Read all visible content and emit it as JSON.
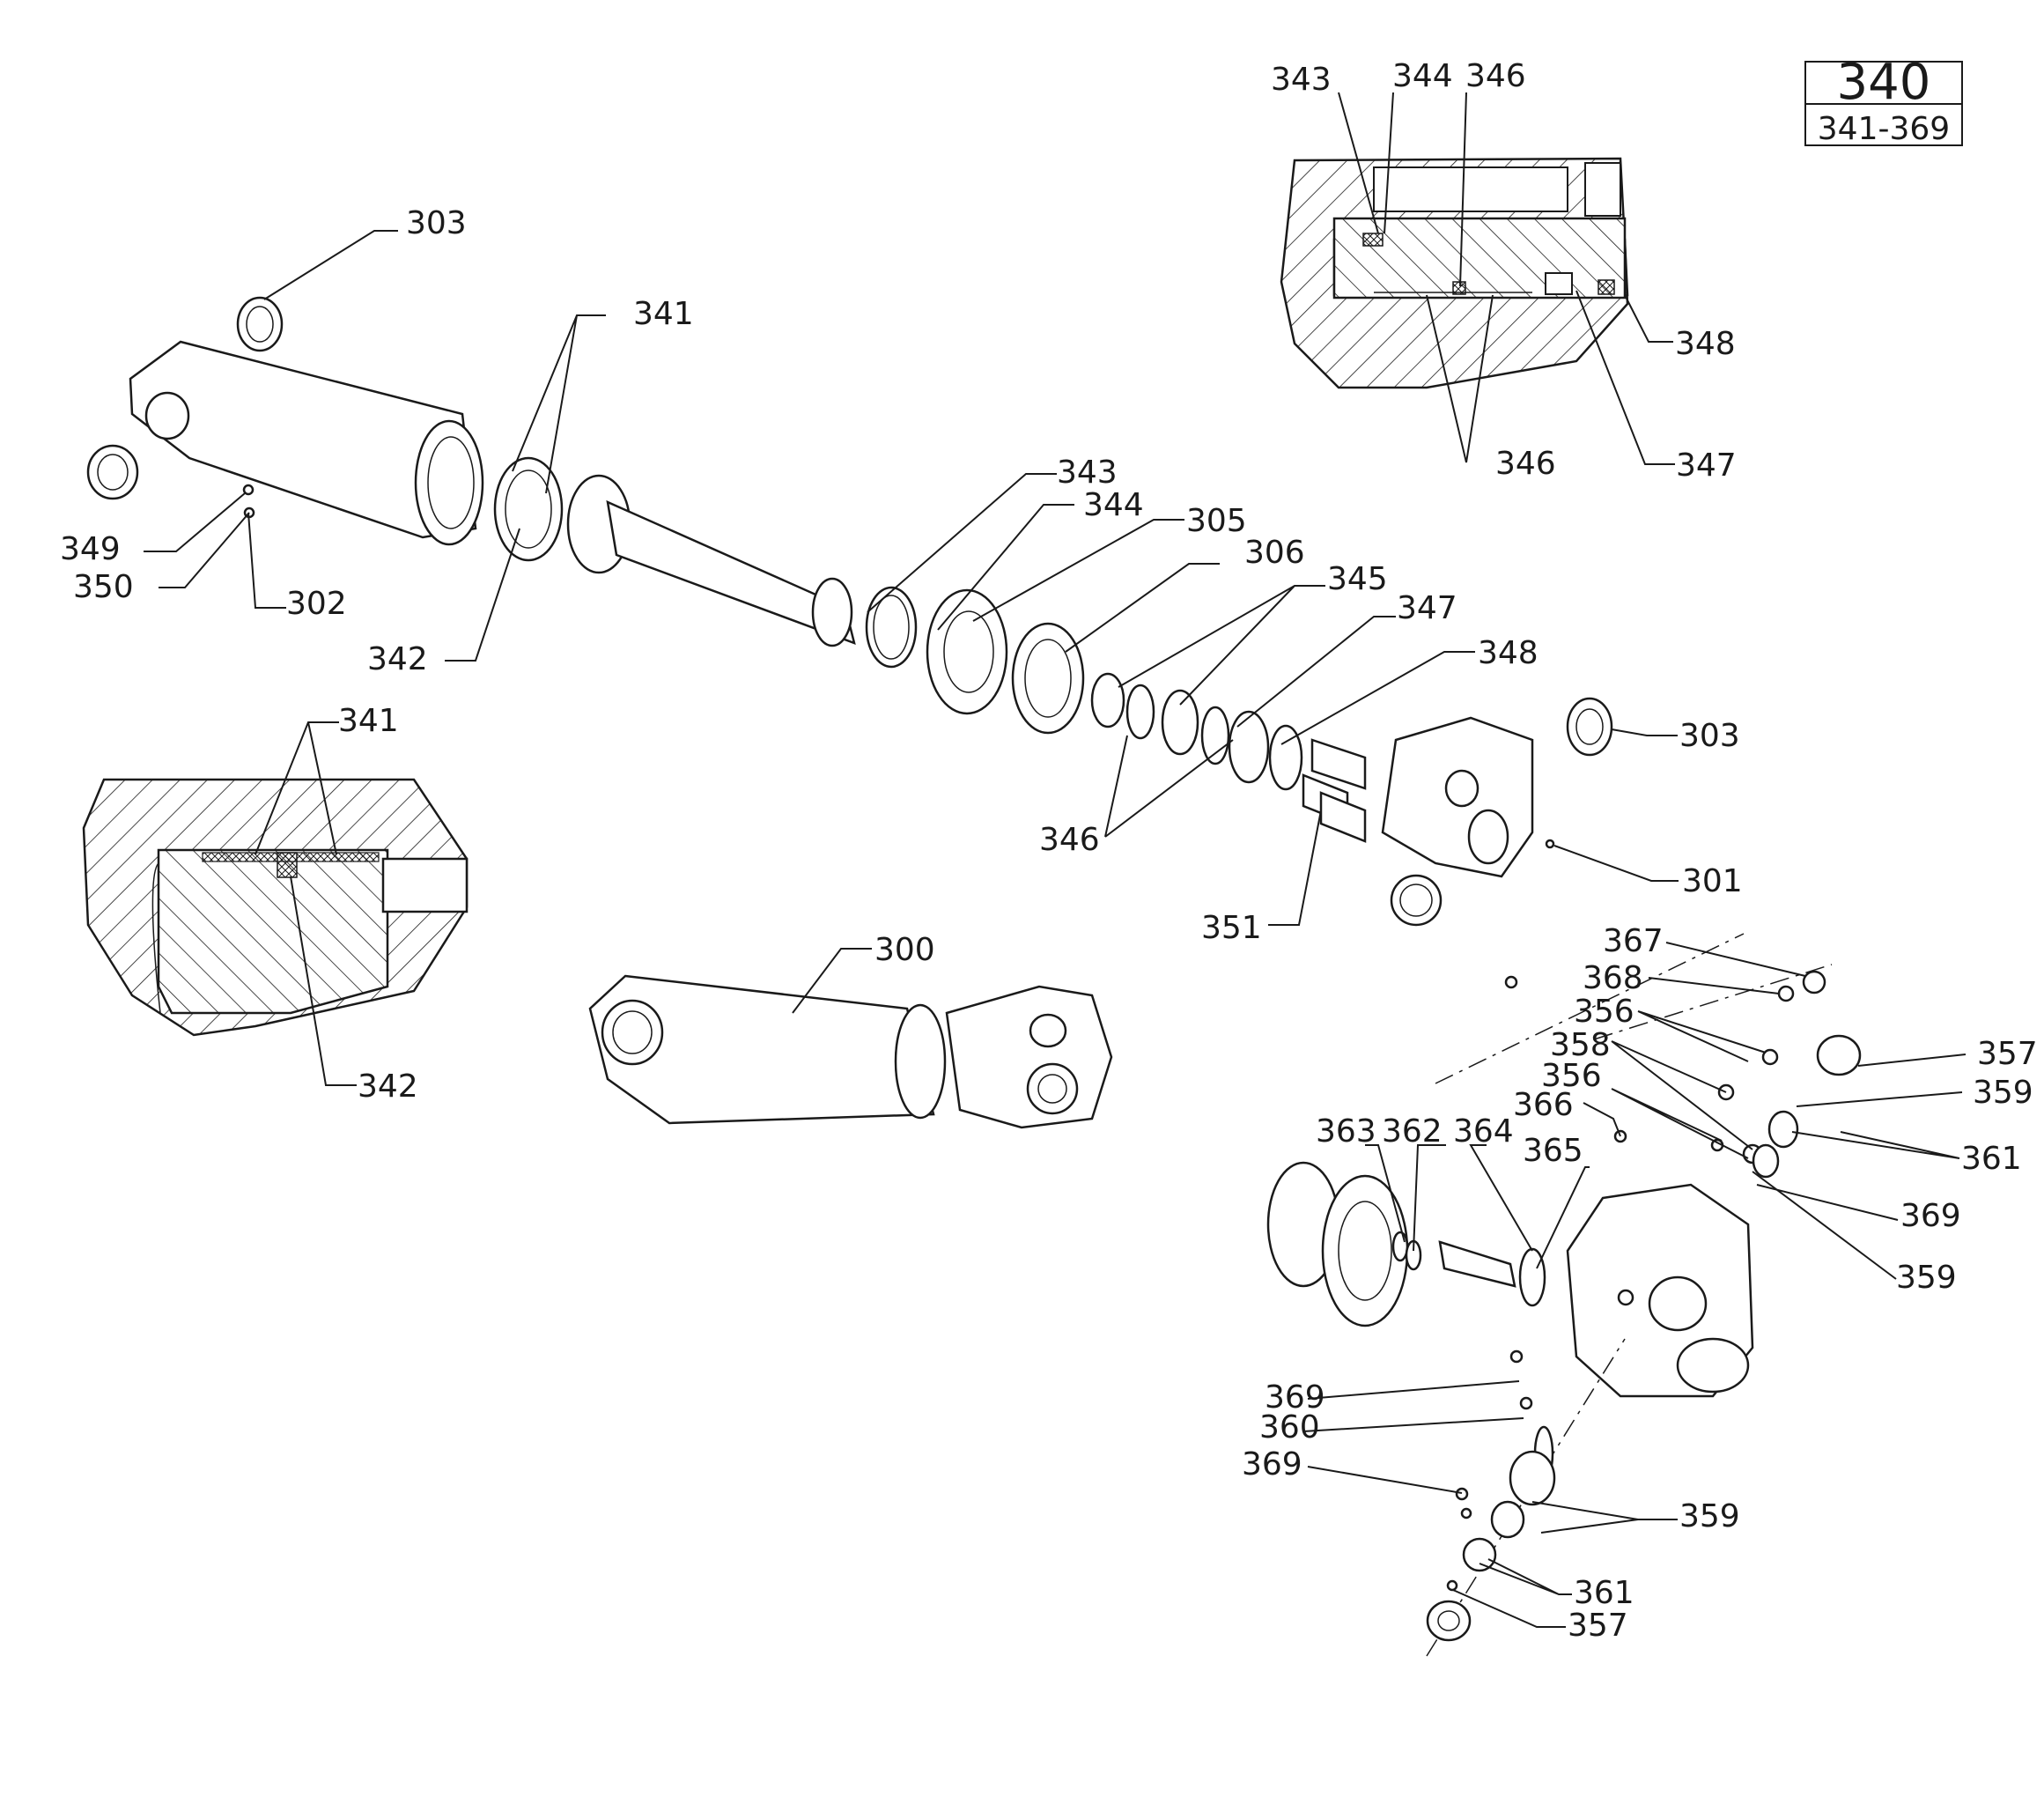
{
  "reference_box": {
    "group": "340",
    "range": "341-369"
  },
  "callouts": [
    {
      "id": "c-343-top",
      "label": "343"
    },
    {
      "id": "c-344-top",
      "label": "344"
    },
    {
      "id": "c-346-top",
      "label": "346"
    },
    {
      "id": "c-348-top",
      "label": "348"
    },
    {
      "id": "c-346-detail",
      "label": "346"
    },
    {
      "id": "c-347-top",
      "label": "347"
    },
    {
      "id": "c-303-a",
      "label": "303"
    },
    {
      "id": "c-341-a",
      "label": "341"
    },
    {
      "id": "c-349",
      "label": "349"
    },
    {
      "id": "c-350",
      "label": "350"
    },
    {
      "id": "c-302",
      "label": "302"
    },
    {
      "id": "c-342-a",
      "label": "342"
    },
    {
      "id": "c-343-b",
      "label": "343"
    },
    {
      "id": "c-344-b",
      "label": "344"
    },
    {
      "id": "c-305",
      "label": "305"
    },
    {
      "id": "c-306",
      "label": "306"
    },
    {
      "id": "c-345",
      "label": "345"
    },
    {
      "id": "c-347-b",
      "label": "347"
    },
    {
      "id": "c-348-b",
      "label": "348"
    },
    {
      "id": "c-303-b",
      "label": "303"
    },
    {
      "id": "c-346-b",
      "label": "346"
    },
    {
      "id": "c-301",
      "label": "301"
    },
    {
      "id": "c-351",
      "label": "351"
    },
    {
      "id": "c-341-b",
      "label": "341"
    },
    {
      "id": "c-342-b",
      "label": "342"
    },
    {
      "id": "c-300",
      "label": "300"
    },
    {
      "id": "c-367",
      "label": "367"
    },
    {
      "id": "c-368",
      "label": "368"
    },
    {
      "id": "c-356-a",
      "label": "356"
    },
    {
      "id": "c-358",
      "label": "358"
    },
    {
      "id": "c-356-b",
      "label": "356"
    },
    {
      "id": "c-366",
      "label": "366"
    },
    {
      "id": "c-363",
      "label": "363"
    },
    {
      "id": "c-362",
      "label": "362"
    },
    {
      "id": "c-364",
      "label": "364"
    },
    {
      "id": "c-365",
      "label": "365"
    },
    {
      "id": "c-357-a",
      "label": "357"
    },
    {
      "id": "c-359-a",
      "label": "359"
    },
    {
      "id": "c-361-a",
      "label": "361"
    },
    {
      "id": "c-369-a",
      "label": "369"
    },
    {
      "id": "c-359-b",
      "label": "359"
    },
    {
      "id": "c-369-b",
      "label": "369"
    },
    {
      "id": "c-360",
      "label": "360"
    },
    {
      "id": "c-369-c",
      "label": "369"
    },
    {
      "id": "c-359-c",
      "label": "359"
    },
    {
      "id": "c-361-b",
      "label": "361"
    },
    {
      "id": "c-357-b",
      "label": "357"
    }
  ]
}
